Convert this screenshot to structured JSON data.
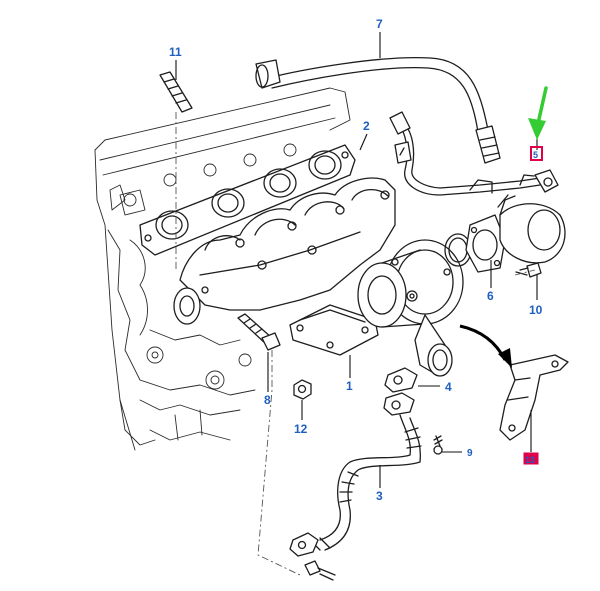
{
  "colors": {
    "callout": "#1f5fbf",
    "highlight": "#e0004a",
    "arrow": "#33cc33",
    "line": "#1e1e1e"
  },
  "callouts": [
    {
      "id": "c1",
      "label": "1"
    },
    {
      "id": "c2",
      "label": "2"
    },
    {
      "id": "c3",
      "label": "3"
    },
    {
      "id": "c4",
      "label": "4"
    },
    {
      "id": "c5",
      "label": "5"
    },
    {
      "id": "c6",
      "label": "6"
    },
    {
      "id": "c7",
      "label": "7"
    },
    {
      "id": "c8",
      "label": "8"
    },
    {
      "id": "c9",
      "label": "9"
    },
    {
      "id": "c10",
      "label": "10"
    },
    {
      "id": "c11",
      "label": "11"
    },
    {
      "id": "c12",
      "label": "12"
    },
    {
      "id": "c13",
      "label": "13"
    }
  ],
  "highlighted_parts": [
    "5",
    "13"
  ],
  "pointer_icon": "green-arrow-icon"
}
